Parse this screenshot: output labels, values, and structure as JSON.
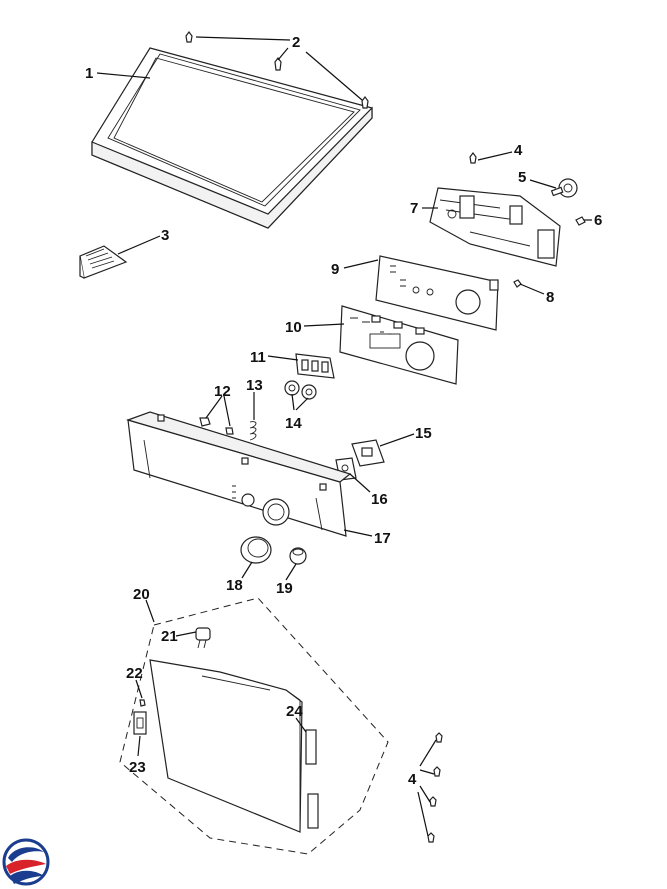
{
  "callouts": {
    "c1": "1",
    "c2": "2",
    "c3": "3",
    "c4a": "4",
    "c4b": "4",
    "c5": "5",
    "c6": "6",
    "c7": "7",
    "c8": "8",
    "c9": "9",
    "c10": "10",
    "c11": "11",
    "c12": "12",
    "c13": "13",
    "c14": "14",
    "c15": "15",
    "c16": "16",
    "c17": "17",
    "c18": "18",
    "c19": "19",
    "c20": "20",
    "c21": "21",
    "c22": "22",
    "c23": "23",
    "c24": "24"
  },
  "logo": {
    "icon": "company-swirl-logo",
    "colors": [
      "#1a3d8f",
      "#d8232a"
    ]
  }
}
